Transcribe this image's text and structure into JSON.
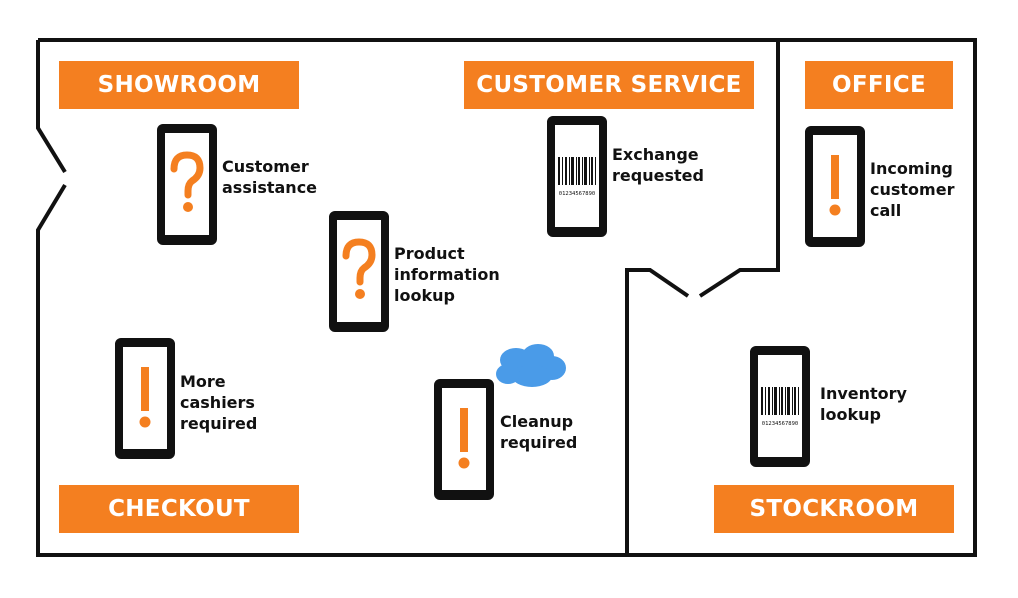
{
  "zones": {
    "showroom": "SHOWROOM",
    "customer_service": "CUSTOMER SERVICE",
    "office": "OFFICE",
    "checkout": "CHECKOUT",
    "stockroom": "STOCKROOM"
  },
  "devices": [
    {
      "id": "customer-assistance",
      "icon": "question-mark-icon",
      "lines": [
        "Customer",
        "assistance"
      ]
    },
    {
      "id": "product-information-lookup",
      "icon": "question-mark-icon",
      "lines": [
        "Product",
        "information",
        "lookup"
      ]
    },
    {
      "id": "exchange-requested",
      "icon": "barcode-icon",
      "lines": [
        "Exchange",
        "requested"
      ]
    },
    {
      "id": "incoming-customer-call",
      "icon": "exclamation-mark-icon",
      "lines": [
        "Incoming",
        "customer",
        "call"
      ]
    },
    {
      "id": "more-cashiers-required",
      "icon": "exclamation-mark-icon",
      "lines": [
        "More",
        "cashiers",
        "required"
      ]
    },
    {
      "id": "cleanup-required",
      "icon": "exclamation-mark-icon",
      "lines": [
        "Cleanup",
        "required"
      ]
    },
    {
      "id": "inventory-lookup",
      "icon": "barcode-icon",
      "lines": [
        "Inventory",
        "lookup"
      ]
    }
  ],
  "barcode_number": "01234567890",
  "colors": {
    "accent": "#f47f20",
    "spill": "#4a9be8",
    "wall": "#111111"
  }
}
